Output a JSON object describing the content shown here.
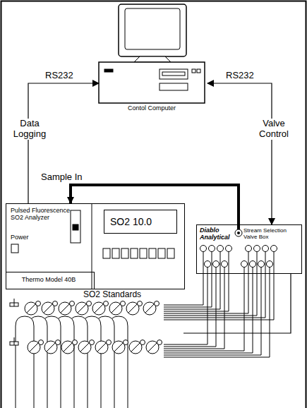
{
  "diagram": {
    "nodes": [
      {
        "text": [
          "Contol Computer"
        ]
      },
      {
        "text": [
          "Pulsed Fluorescence SO2 Analyzer",
          "Power"
        ]
      },
      {
        "text": [
          "Thermo Model 40B"
        ],
        "in": 1
      },
      {
        "text": [
          "SO2 10.0"
        ],
        "in": 1
      },
      {
        "text": [
          "Diablo Analytical",
          "Stream Selection Valve Box"
        ]
      },
      {
        "text": [
          "SO2 Standards"
        ]
      }
    ],
    "edges": [
      {
        "from": 1,
        "to": 0,
        "arrow": "to",
        "label": "RS232"
      },
      {
        "from": 0,
        "to": 4,
        "arrow": "both",
        "label": "RS232"
      },
      {
        "from": 4,
        "to": 1,
        "arrow": "to",
        "label": "Sample In"
      },
      {
        "from": 5,
        "to": 4,
        "arrow": "none"
      }
    ],
    "labels": [
      "Data Logging",
      "Valve Control"
    ]
  }
}
